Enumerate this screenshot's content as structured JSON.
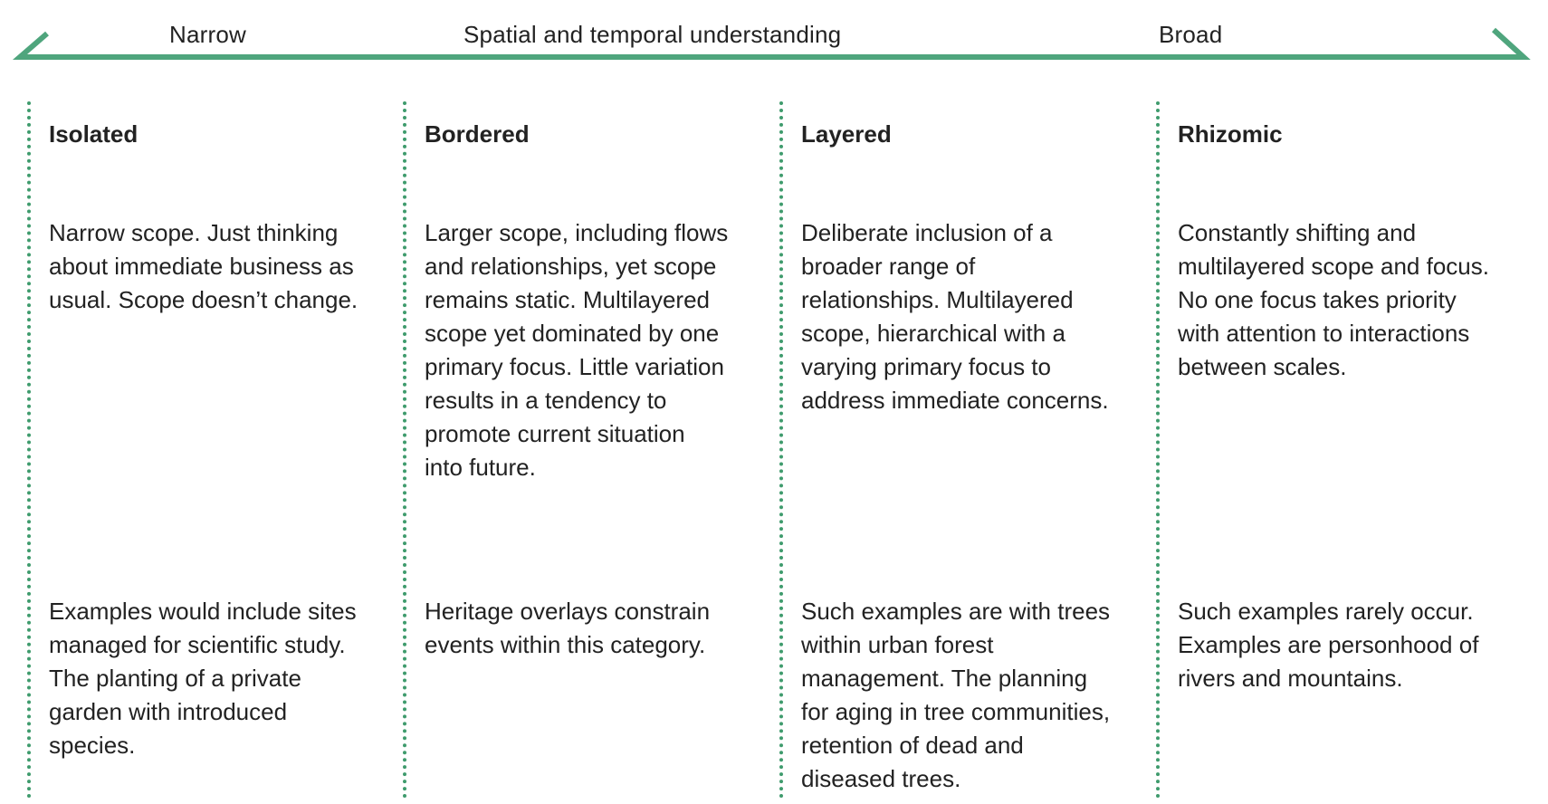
{
  "header": {
    "left_label": "Narrow",
    "center_label": "Spatial and temporal understanding",
    "right_label": "Broad",
    "arrow_color": "#4fa57d"
  },
  "columns": [
    {
      "title": "Isolated",
      "description": "Narrow scope. Just thinking\nabout immediate business as\nusual. Scope doesn’t change.",
      "example": "Examples would include sites\nmanaged for scientific study.\nThe planting of a private\ngarden with introduced\nspecies."
    },
    {
      "title": "Bordered",
      "description": "Larger scope, including flows\nand relationships, yet scope\nremains static. Multilayered\nscope yet dominated by one\nprimary focus. Little variation\nresults in a tendency to\npromote current situation\ninto future.",
      "example": "Heritage overlays constrain\nevents within this category."
    },
    {
      "title": "Layered",
      "description": "Deliberate inclusion of a\nbroader range of\nrelationships. Multilayered\nscope, hierarchical with a\nvarying primary focus to\naddress immediate concerns.",
      "example": "Such examples are with trees\nwithin urban forest\nmanagement. The planning\nfor aging in tree communities,\nretention of dead and\ndiseased trees."
    },
    {
      "title": "Rhizomic",
      "description": "Constantly shifting and\nmultilayered scope and focus.\nNo one focus takes priority\nwith attention to interactions\nbetween scales.",
      "example": "Such examples rarely occur.\nExamples are personhood of\nrivers and mountains."
    }
  ]
}
